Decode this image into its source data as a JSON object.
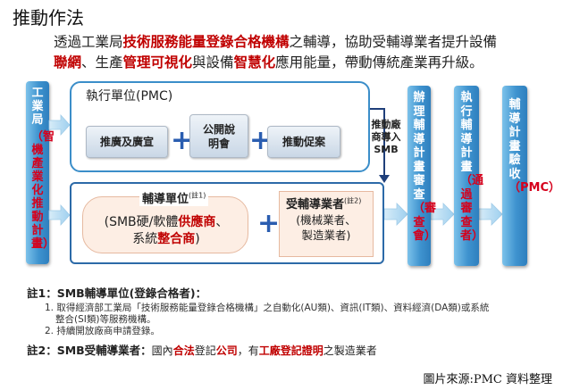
{
  "title": "推動作法",
  "intro": {
    "line1": [
      {
        "t": "透過工業局",
        "r": false
      },
      {
        "t": "技術服務能量登錄合格機構",
        "r": true
      },
      {
        "t": "之輔導，協助受輔導業者提升設備",
        "r": false
      }
    ],
    "line2": [
      {
        "t": "聯網",
        "r": true
      },
      {
        "t": "、生產",
        "r": false
      },
      {
        "t": "管理可視化",
        "r": true
      },
      {
        "t": "與設備",
        "r": false
      },
      {
        "t": "智慧化",
        "r": true
      },
      {
        "t": "應用能量，帶動傳統產業再升級。",
        "r": false
      }
    ]
  },
  "left_bar": {
    "label": "工業局",
    "sub": "（智機產業化推動計畫）"
  },
  "pmc": {
    "title": "執行單位(PMC)",
    "items": [
      "推廣及廣宣",
      "公開說明會",
      "推動促案"
    ],
    "arrow_label": "推動廠商導入SMB"
  },
  "smb": {
    "unit_title": "輔導單位",
    "unit_note": "(註1)",
    "unit_line1_a": "(SMB硬/軟體",
    "unit_line1_b": "供應商",
    "unit_line1_c": "、",
    "unit_line2_a": "系統",
    "unit_line2_b": "整合商",
    "unit_line2_c": ")",
    "client_title": "受輔導業者",
    "client_note": "(註2)",
    "client_line1": "(機械業者、",
    "client_line2": "製造業者)"
  },
  "stages": [
    {
      "main": "辦理輔導計畫審查",
      "sub": "（審查會）"
    },
    {
      "main": "執行輔導計畫",
      "sub": "（通過審查者）"
    },
    {
      "main": "輔導計畫驗收",
      "sub": "（PMC）"
    }
  ],
  "notes": {
    "n1_head": "註1：SMB輔導單位(登錄合格者)：",
    "n1_item1a": "1. 取得經濟部工業局「技術服務能量登錄合格機構」之自動化(AU類)、資訊(IT類)、資料經濟(DA類)或系統",
    "n1_item1b": "整合(SI類)等服務機構。",
    "n1_item2": "2. 持續開放廠商申請登錄。",
    "n2_head": "註2：SMB受輔導業者：",
    "n2_a": "國內",
    "n2_b": "合法",
    "n2_c": "登記",
    "n2_d": "公司",
    "n2_e": "，有",
    "n2_f": "工廠登記證明",
    "n2_g": "之製造業者"
  },
  "source": "圖片來源:PMC 資料整理",
  "colors": {
    "accent_red": "#c00000",
    "bar_blue": "#3f93cf",
    "plus_blue": "#2a5db0",
    "panel_peach": "#fdeee4"
  }
}
